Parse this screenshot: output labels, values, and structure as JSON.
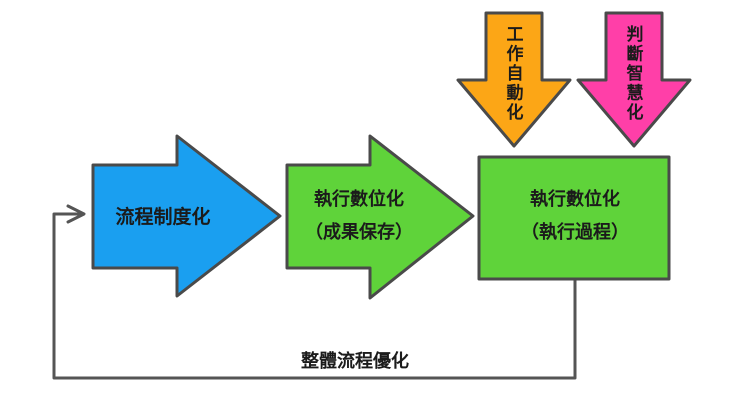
{
  "nodes": {
    "arrow1": {
      "label": "流程制度化",
      "color": "#1a9ff0"
    },
    "arrow2": {
      "line1": "執行數位化",
      "line2": "（成果保存）",
      "color": "#5fd33a"
    },
    "box": {
      "line1": "執行數位化",
      "line2": "（執行過程）",
      "color": "#5fd33a"
    },
    "down_arrow_left": {
      "chars": [
        "工",
        "作",
        "自",
        "動",
        "化"
      ],
      "color": "#fca616"
    },
    "down_arrow_right": {
      "chars": [
        "判",
        "斷",
        "智",
        "慧",
        "化"
      ],
      "color": "#ff3fa8"
    }
  },
  "feedback_loop": {
    "label": "整體流程優化",
    "color": "#555555"
  }
}
